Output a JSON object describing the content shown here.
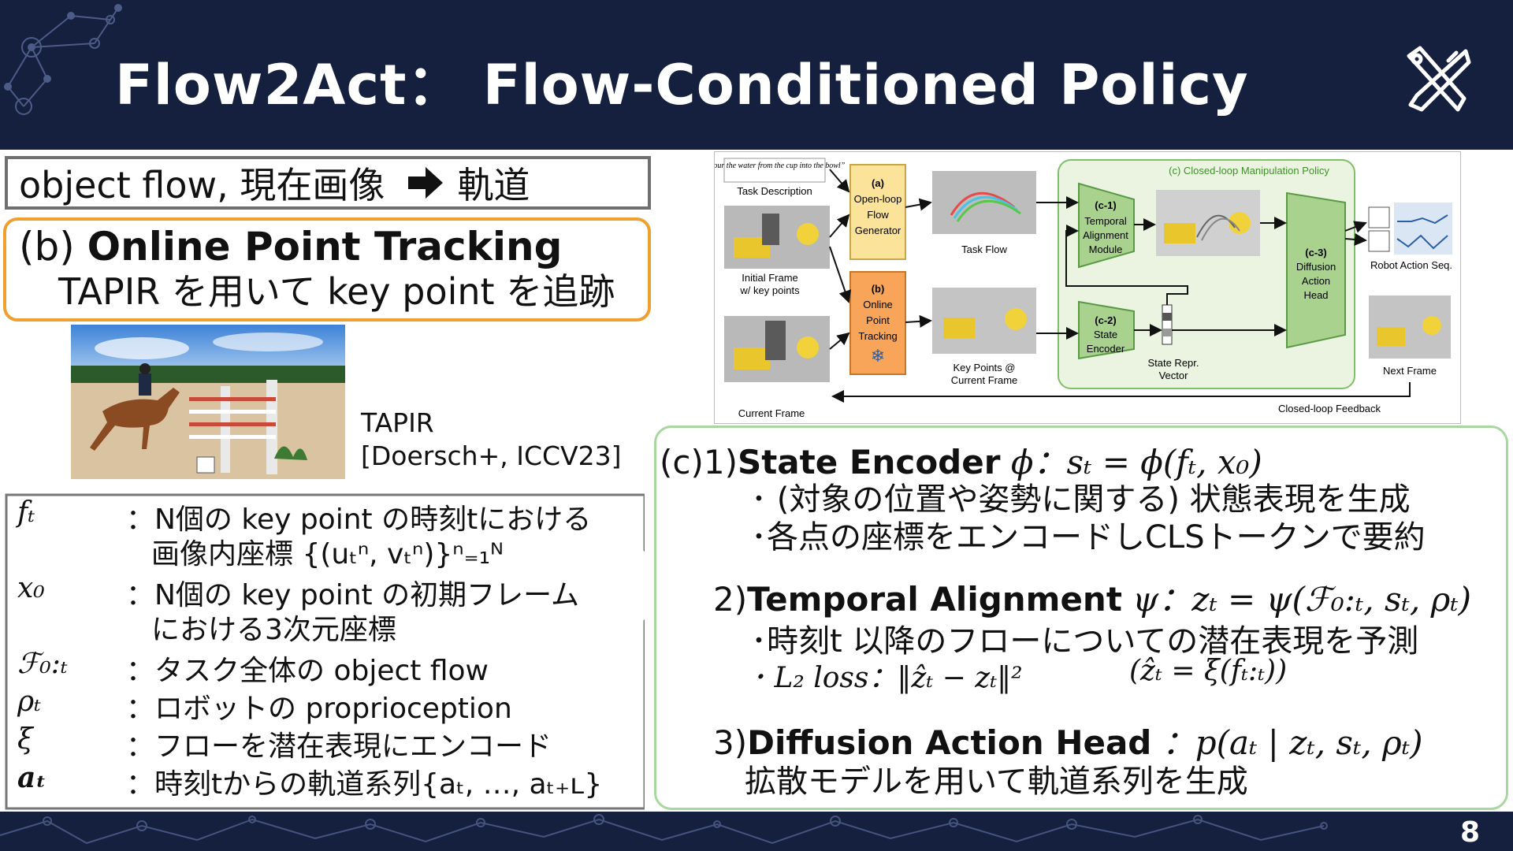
{
  "header": {
    "title": "Flow2Act：  Flow-Conditioned Policy",
    "page_number": "8"
  },
  "left": {
    "flow_box": {
      "lhs": "object flow, 現在画像",
      "rhs": "軌道"
    },
    "tracking": {
      "prefix": "(b) ",
      "title": "Online Point Tracking",
      "desc": "TAPIR を用いて key point を追跡"
    },
    "citation": {
      "line1": "TAPIR",
      "line2": "[Doersch+, ICCV23]"
    },
    "symbols": [
      {
        "sym": "fₜ",
        "desc": "：N個の key point の時刻tにおける",
        "desc2": "画像内座標 {(uₜⁿ, vₜⁿ)}ⁿ₌₁ᴺ"
      },
      {
        "sym": "x₀",
        "desc": "：N個の key point の初期フレーム",
        "desc2": "における3次元座標"
      },
      {
        "sym": "ℱ₀:ₜ",
        "desc": "：タスク全体の object flow",
        "desc2": ""
      },
      {
        "sym": "ρₜ",
        "desc": "：ロボットの proprioception",
        "desc2": ""
      },
      {
        "sym": "ξ",
        "desc": "：フローを潜在表現にエンコード",
        "desc2": ""
      },
      {
        "sym": "aₜ",
        "desc": "：時刻tからの軌道系列{aₜ, …, aₜ₊ʟ}",
        "desc2": ""
      }
    ]
  },
  "diagram": {
    "task_quote": "“Pour the water from the cup into the bowl”",
    "task_description": "Task Description",
    "initial_frame": "Initial Frame",
    "initial_frame2": "w/ key points",
    "current_frame": "Current Frame",
    "a_label": "(a)",
    "a_lines": [
      "Open-loop",
      "Flow",
      "Generator"
    ],
    "b_label": "(b)",
    "b_lines": [
      "Online",
      "Point",
      "Tracking"
    ],
    "task_flow": "Task Flow",
    "key_points": "Key Points @",
    "key_points2": "Current Frame",
    "c_title": "(c) Closed-loop Manipulation Policy",
    "c1_label": "(c-1)",
    "c1_lines": [
      "Temporal",
      "Alignment",
      "Module"
    ],
    "c2_label": "(c-2)",
    "c2_lines": [
      "State",
      "Encoder"
    ],
    "c3_label": "(c-3)",
    "c3_lines": [
      "Diffusion",
      "Action",
      "Head"
    ],
    "state_repr": "State Repr.",
    "state_repr2": "Vector",
    "robot_action": "Robot Action Seq.",
    "next_frame": "Next Frame",
    "feedback": "Closed-loop Feedback",
    "colors": {
      "yellow": "#fbe39a",
      "orange": "#f8a55a",
      "green_bg": "#eaf4e0",
      "green_block": "#a9d28f"
    }
  },
  "right": {
    "c_prefix": "(c)",
    "item1": {
      "num": "1)",
      "title": "State Encoder",
      "formula": "ϕ：sₜ = ϕ(fₜ, x₀)",
      "bullets": [
        "･ (対象の位置や姿勢に関する) 状態表現を生成",
        "･各点の座標をエンコードしCLSトークンで要約"
      ]
    },
    "item2": {
      "num": "2)",
      "title": "Temporal Alignment",
      "formula": "ψ：zₜ = ψ(ℱ₀:ₜ, sₜ, ρₜ)",
      "bullets": [
        "･時刻t 以降のフローについての潜在表現を予測"
      ],
      "loss": "･ L₂ loss：‖ẑₜ − zₜ‖²",
      "loss_note": "(ẑₜ = ξ(fₜ:ₜ))"
    },
    "item3": {
      "num": "3)",
      "title": "Diffusion Action Head",
      "formula": "：p(aₜ | zₜ, sₜ, ρₜ)",
      "desc": "拡散モデルを用いて軌道系列を生成"
    }
  }
}
